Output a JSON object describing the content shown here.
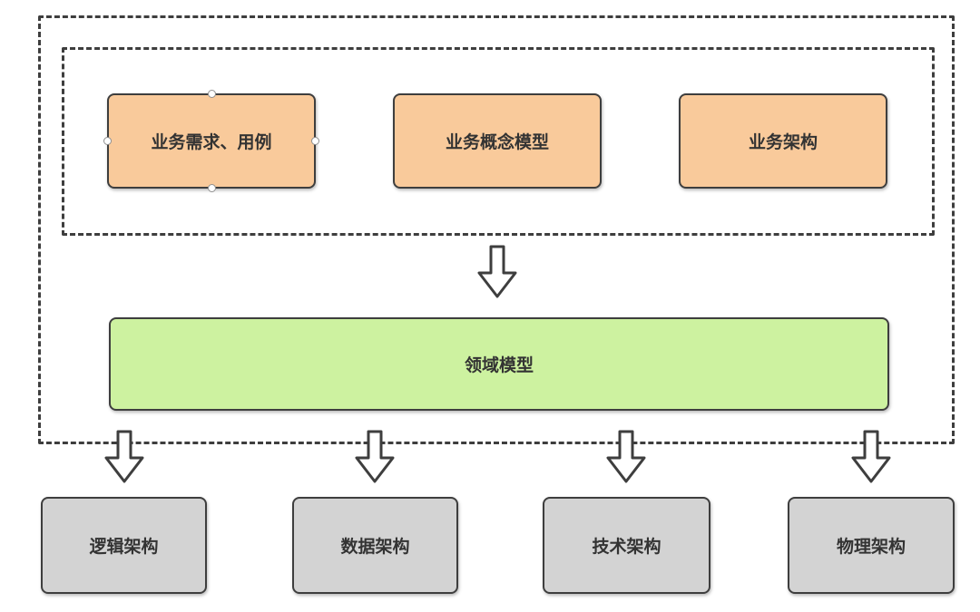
{
  "diagram": {
    "colors": {
      "border": "#3e3e3e",
      "orange_fill": "#f9ca9b",
      "green_fill": "#cdf2a0",
      "gray_fill": "#d3d3d3",
      "handle_border": "#8f8f8f",
      "background": "#ffffff"
    },
    "icons": {
      "flow_arrow": "hollow-down-arrow"
    },
    "business_layer": {
      "boxes": [
        {
          "label": "业务需求、用例",
          "selected": true
        },
        {
          "label": "业务概念模型",
          "selected": false
        },
        {
          "label": "业务架构",
          "selected": false
        }
      ]
    },
    "domain_model": {
      "label": "领域模型"
    },
    "architecture_layer": {
      "boxes": [
        {
          "label": "逻辑架构"
        },
        {
          "label": "数据架构"
        },
        {
          "label": "技术架构"
        },
        {
          "label": "物理架构"
        }
      ]
    }
  }
}
